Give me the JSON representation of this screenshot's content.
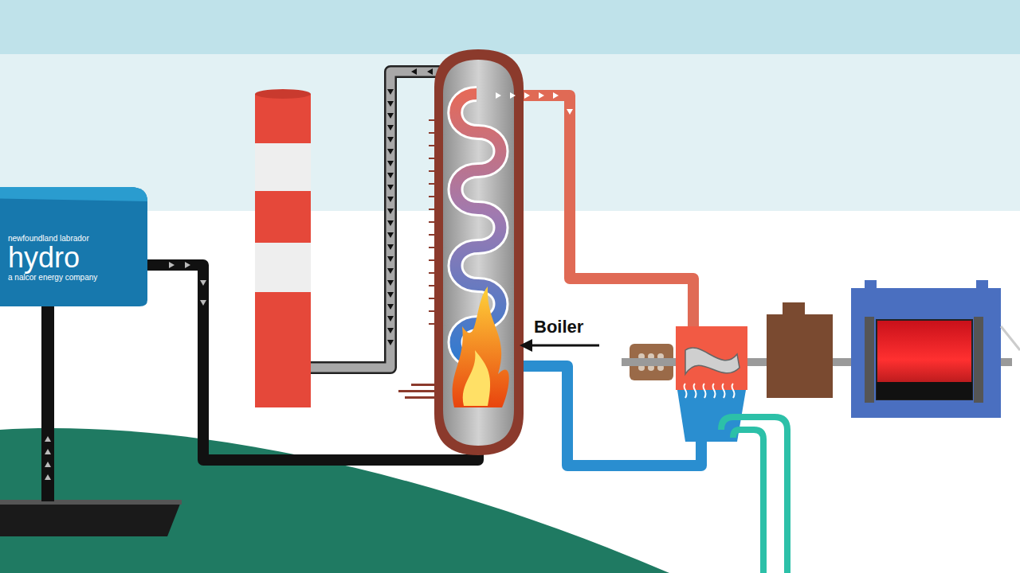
{
  "diagram": {
    "nodes": [
      {
        "text": [
          "newfoundland labrador",
          "hydro",
          "a nalcor energy company"
        ]
      }
    ],
    "labels": [
      "Boiler"
    ]
  }
}
